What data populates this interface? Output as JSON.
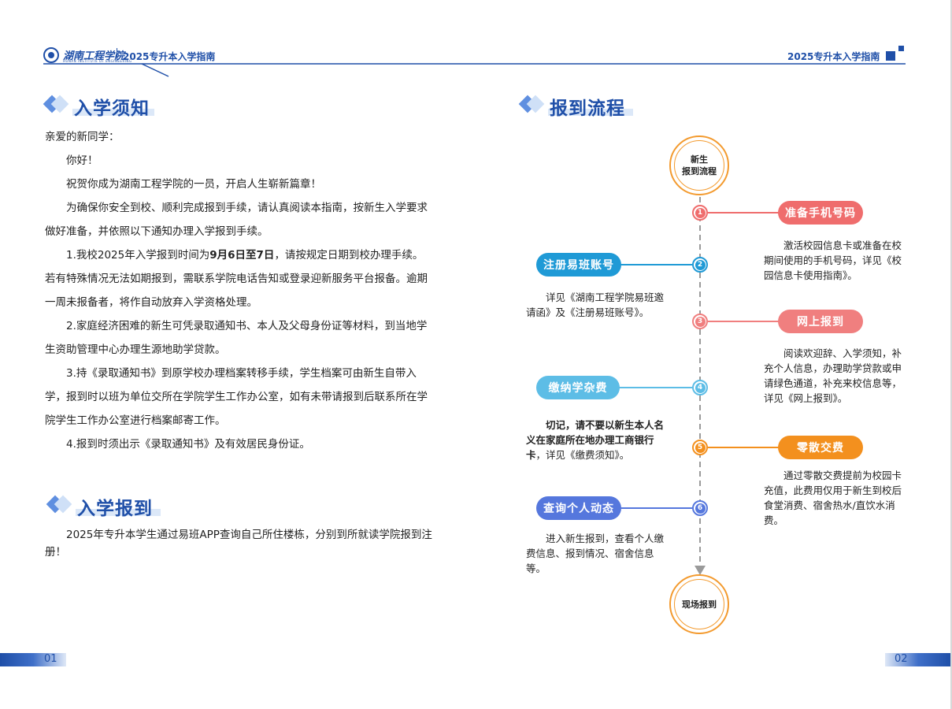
{
  "header": {
    "school_name": "湖南工程学院",
    "guide_title_left": "2025专升本入学指南",
    "guide_title_right": "2025专升本入学指南"
  },
  "left": {
    "section1_title": "入学须知",
    "greeting": "亲爱的新同学：",
    "hello": "你好！",
    "congrats": "祝贺你成为湖南工程学院的一员，开启人生崭新篇章！",
    "intro": "为确保你安全到校、顺利完成报到手续，请认真阅读本指南，按新生入学要求做好准备，并依照以下通知办理入学报到手续。",
    "item1_pre": "1.我校2025年入学报到时间为",
    "item1_bold": "9月6日至7日",
    "item1_post": "，请按规定日期到校办理手续。若有特殊情况无法如期报到，需联系学院电话告知或登录迎新服务平台报备。逾期一周未报备者，将作自动放弃入学资格处理。",
    "item2": "2.家庭经济困难的新生可凭录取通知书、本人及父母身份证等材料，到当地学生资助管理中心办理生源地助学贷款。",
    "item3": "3.持《录取通知书》到原学校办理档案转移手续，学生档案可由新生自带入学，报到时以班为单位交所在学院学生工作办公室，如有未带请报到后联系所在学院学生工作办公室进行档案邮寄工作。",
    "item4": "4.报到时须出示《录取通知书》及有效居民身份证。",
    "section2_title": "入学报到",
    "report_text": "2025年专升本学生通过易班APP查询自己所住楼栋，分别到所就读学院报到注册！"
  },
  "right": {
    "section_title": "报到流程",
    "start_label_1": "新生",
    "start_label_2": "报到流程",
    "end_label": "现场报到",
    "steps": [
      {
        "num": "1",
        "label": "准备手机号码",
        "color": "#ef6d6d",
        "desc": "激活校园信息卡或准备在校期间使用的手机号码，详见《校园信息卡使用指南》。"
      },
      {
        "num": "2",
        "label": "注册易班账号",
        "color": "#1f9ad6",
        "desc": "详见《湖南工程学院易班邀请函》及《注册易班账号》。"
      },
      {
        "num": "3",
        "label": "网上报到",
        "color": "#f07f7f",
        "desc": "阅读欢迎辞、入学须知，补充个人信息，办理助学贷款或申请绿色通道，补充来校信息等，详见《网上报到》。"
      },
      {
        "num": "4",
        "label": "缴纳学杂费",
        "color": "#5dbde6",
        "desc_bold": "切记，请不要以新生本人名义在家庭所在地办理工商银行卡",
        "desc": "，详见《缴费须知》。"
      },
      {
        "num": "5",
        "label": "零散交费",
        "color": "#f3901e",
        "desc": "通过零散交费提前为校园卡充值，此费用仅用于新生到校后食堂消费、宿舍热水/直饮水消费。"
      },
      {
        "num": "6",
        "label": "查询个人动态",
        "color": "#5577dd",
        "desc": "进入新生报到，查看个人缴费信息、报到情况、宿舍信息等。"
      }
    ]
  },
  "footer": {
    "page_left": "01",
    "page_right": "02"
  },
  "colors": {
    "brand": "#1f4fa8",
    "accent_orange": "#f39a2e"
  }
}
